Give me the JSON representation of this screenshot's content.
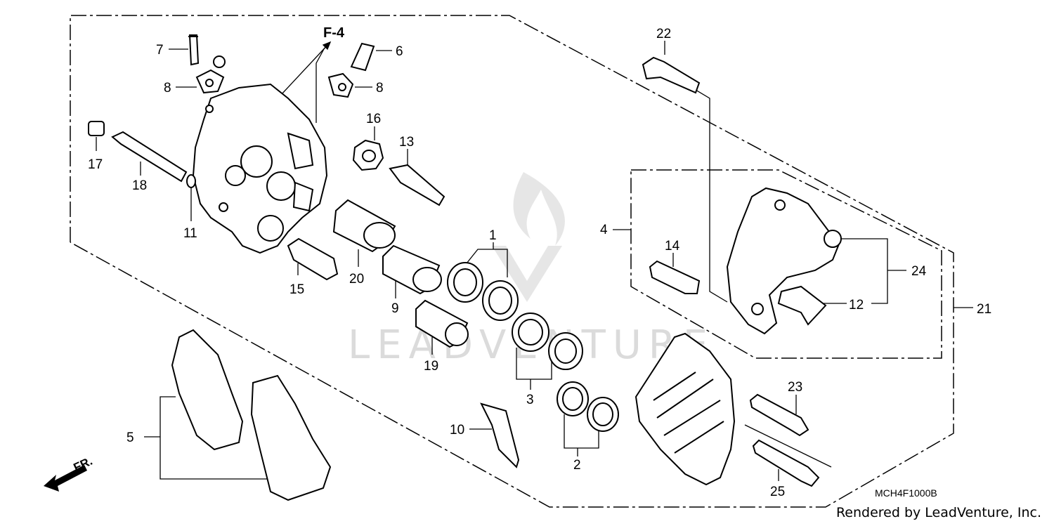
{
  "diagram": {
    "group_label": "F-4",
    "diagram_code": "MCH4F1000B",
    "credit": "Rendered by LeadVenture, Inc.",
    "watermark": "LEADVENTURE",
    "direction_label": "FR.",
    "callouts": {
      "c1": "1",
      "c2": "2",
      "c3": "3",
      "c4": "4",
      "c5": "5",
      "c6": "6",
      "c7": "7",
      "c8a": "8",
      "c8b": "8",
      "c9": "9",
      "c10": "10",
      "c11": "11",
      "c12": "12",
      "c13": "13",
      "c14": "14",
      "c15": "15",
      "c16": "16",
      "c17": "17",
      "c18": "18",
      "c19": "19",
      "c20": "20",
      "c21": "21",
      "c22": "22",
      "c23": "23",
      "c24": "24",
      "c25": "25"
    }
  }
}
